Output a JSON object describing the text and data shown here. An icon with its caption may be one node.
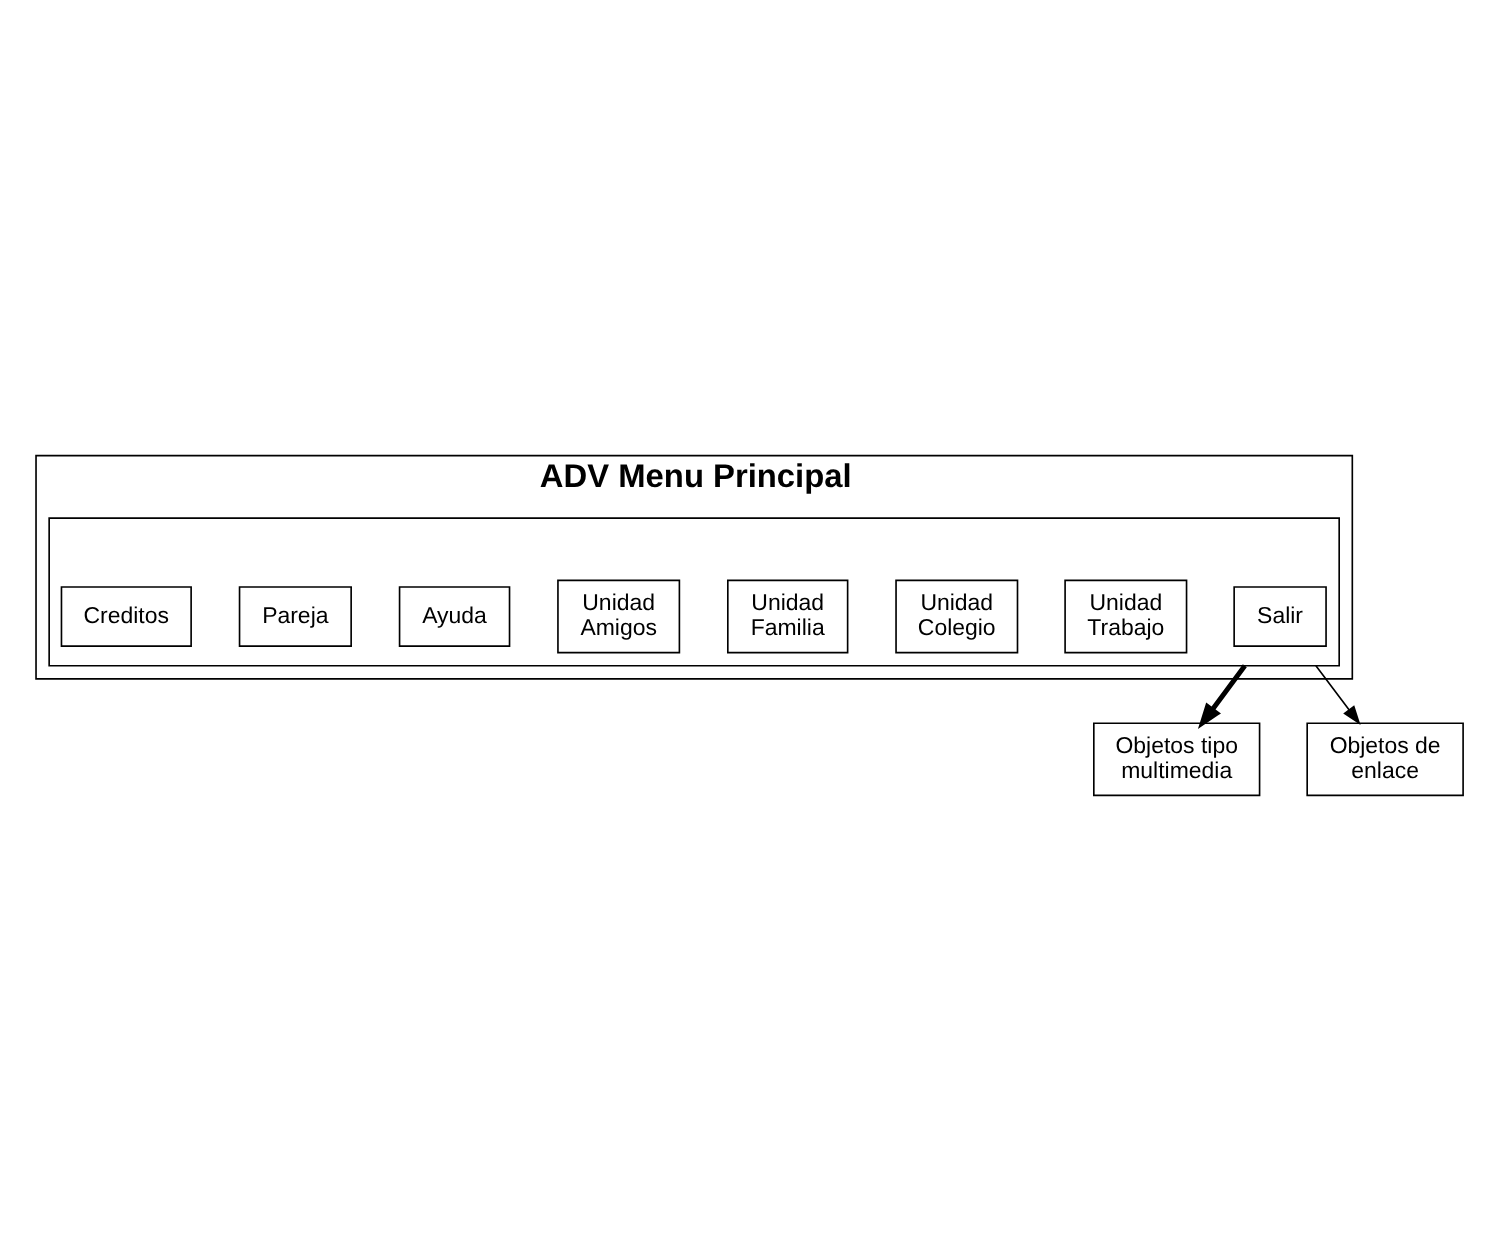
{
  "diagram": {
    "nodes": [
      {
        "text": [
          "ADV Menu Principal"
        ]
      },
      {
        "text": [],
        "shape": "box",
        "in": 0
      },
      {
        "text": [
          "Salir"
        ],
        "in": 1
      },
      {
        "text": [
          "Unidad Trabajo"
        ],
        "in": 1
      },
      {
        "text": [
          "Unidad Colegio"
        ],
        "in": 1
      },
      {
        "text": [
          "Unidad Familia"
        ],
        "in": 1
      },
      {
        "text": [
          "Unidad Amigos"
        ],
        "in": 1
      },
      {
        "text": [
          "Ayuda"
        ],
        "in": 1
      },
      {
        "text": [
          "Pareja"
        ],
        "in": 1
      },
      {
        "text": [
          "Creditos"
        ],
        "in": 1
      },
      {
        "text": [
          "Objetos tipo multimedia"
        ]
      },
      {
        "text": [
          "Objetos de enlace"
        ]
      }
    ],
    "edges": [
      {
        "from": 1,
        "to": 10,
        "arrow": "to",
        "style": "thick"
      },
      {
        "from": 1,
        "to": 11,
        "arrow": "to"
      }
    ]
  }
}
